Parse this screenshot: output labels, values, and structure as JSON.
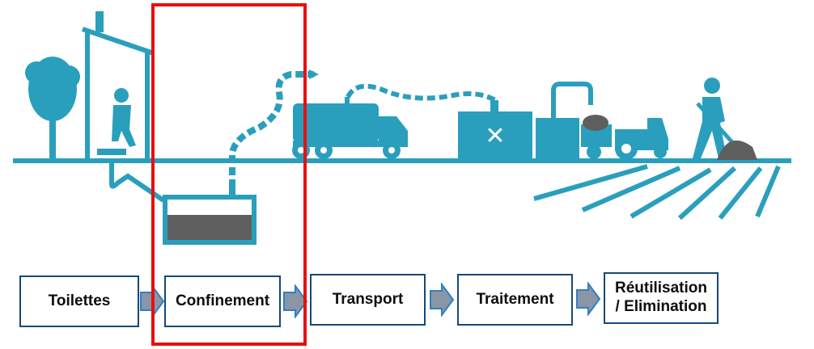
{
  "colors": {
    "scene": "#2a9fbd",
    "sludge": "#5f5f5f",
    "box_border": "#16487a",
    "arrow_fill": "#8a96a6",
    "arrow_stroke": "#2f7fc1",
    "highlight": "#e81010"
  },
  "steps": [
    {
      "label": "Toilettes"
    },
    {
      "label": "Confinement"
    },
    {
      "label": "Transport"
    },
    {
      "label": "Traitement"
    },
    {
      "label": "Réutilisation\n/ Elimination"
    }
  ],
  "highlighted_step": "Confinement",
  "icons": [
    "tree-icon",
    "latrine-icon",
    "squatting-person-icon",
    "septic-tank-icon",
    "hose-icon",
    "vacuum-truck-icon",
    "treatment-plant-icon",
    "tractor-icon",
    "farmer-shovel-icon",
    "field-furrows-icon"
  ]
}
